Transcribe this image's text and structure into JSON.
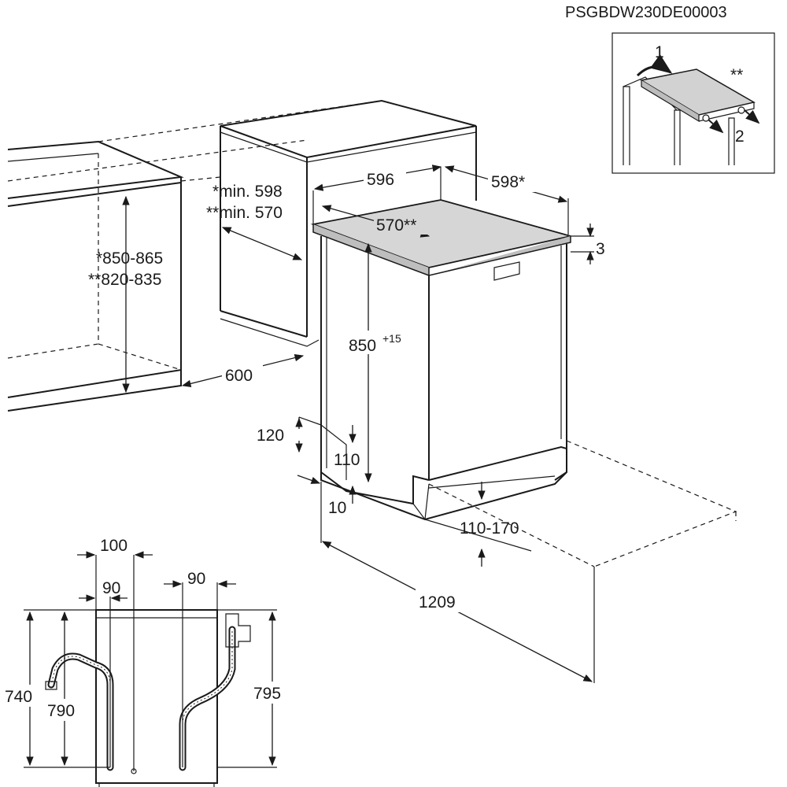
{
  "document_code": "PSGBDW230DE00003",
  "inset": {
    "step_1": "1",
    "step_2": "2",
    "marker": "**"
  },
  "dimensions": {
    "cabinet_height_a": "*850-865",
    "cabinet_height_b": "**820-835",
    "niche_width_a": "*min. 598",
    "niche_width_b": "**min. 570",
    "niche_depth": "600",
    "appliance_width": "596",
    "appliance_depth_a": "598*",
    "appliance_depth_b": "570**",
    "worktop_gap": "3",
    "appliance_height": "850",
    "appliance_height_tolerance": "+15",
    "plinth_height": "120",
    "foot_height": "110",
    "foot_recess": "10",
    "plinth_adjust": "110-170",
    "door_open_depth": "1209"
  },
  "rear_view": {
    "width_outer": "100",
    "width_left": "90",
    "width_right": "90",
    "height_left_outer": "740",
    "height_left_inner": "790",
    "height_right": "795"
  }
}
